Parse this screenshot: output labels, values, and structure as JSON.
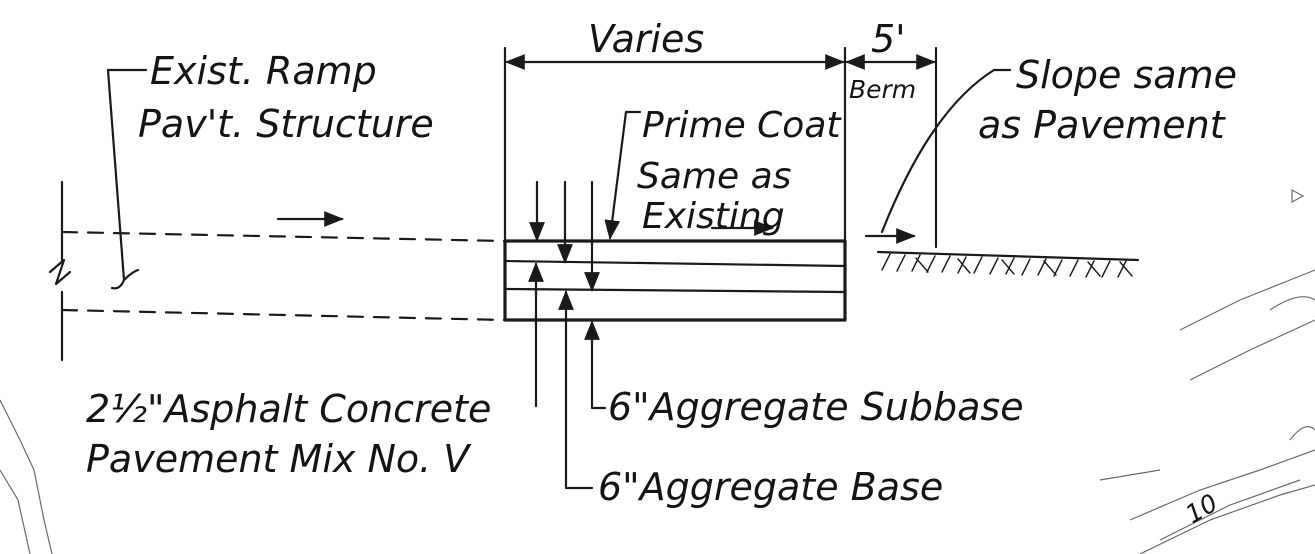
{
  "labels": {
    "varies": "Varies",
    "five_ft": "5'",
    "berm": "Berm",
    "exist_line1": "Exist. Ramp",
    "exist_line2": "Pav't. Structure",
    "prime_coat": "Prime Coat",
    "same_as_line1": "Same as",
    "same_as_line2": "Existing",
    "slope_line1": "Slope same",
    "slope_line2": "as Pavement",
    "asphalt_line1": "2½\"Asphalt Concrete",
    "asphalt_line2": "Pavement Mix No. V",
    "subbase": "6\"Aggregate Subbase",
    "base": "6\"Aggregate Base",
    "contour_label": "10"
  },
  "colors": {
    "ink": "#1a1a1a",
    "paper": "#ffffff"
  }
}
